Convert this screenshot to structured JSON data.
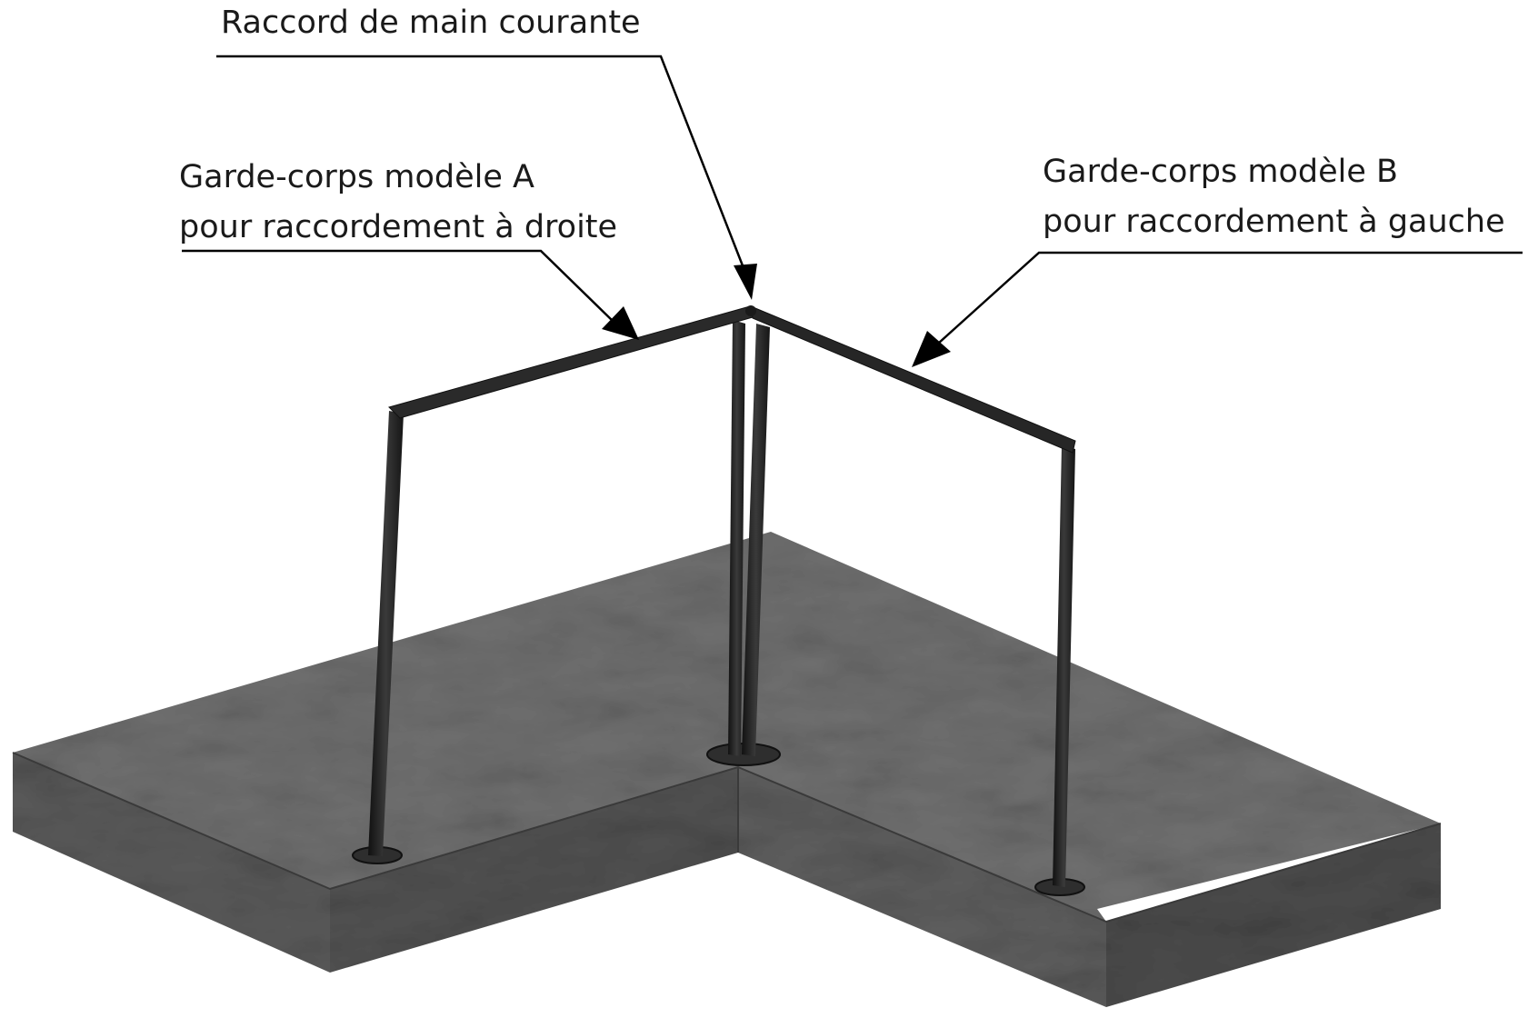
{
  "labels": {
    "raccord": "Raccord de main courante",
    "model_a": {
      "line1": "Garde-corps modèle A",
      "line2": "pour raccordement à droite"
    },
    "model_b": {
      "line1": "Garde-corps modèle B",
      "line2": "pour raccordement à gauche"
    }
  },
  "colors": {
    "text": "#1a1a1a",
    "leader": "#000000",
    "concrete_top": "#6f6f6f",
    "concrete_side": "#565656",
    "concrete_front": "#4e4e4e",
    "rail": "#232323",
    "background": "#ffffff"
  }
}
